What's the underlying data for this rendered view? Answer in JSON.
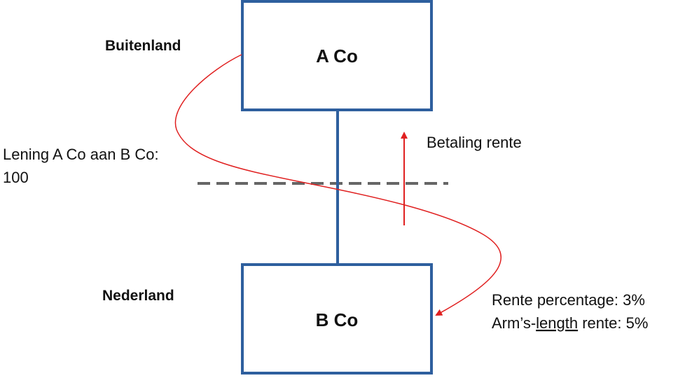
{
  "regions": {
    "foreign": "Buitenland",
    "netherlands": "Nederland"
  },
  "entities": {
    "parent": "A Co",
    "subsidiary": "B Co"
  },
  "loan": {
    "line1": "Lening A Co aan B Co:",
    "line2": "100"
  },
  "payment": {
    "label": "Betaling rente"
  },
  "rates": {
    "rate_line": "Rente percentage: 3%",
    "arms_prefix": "Arm’s-",
    "arms_mid": "length",
    "arms_suffix": " rente: 5%"
  },
  "colors": {
    "box_border": "#2e5f9e",
    "connector": "#2e5f9e",
    "loan_arrow": "#e02020",
    "payment_arrow": "#e02020",
    "border_line": "#666666"
  }
}
